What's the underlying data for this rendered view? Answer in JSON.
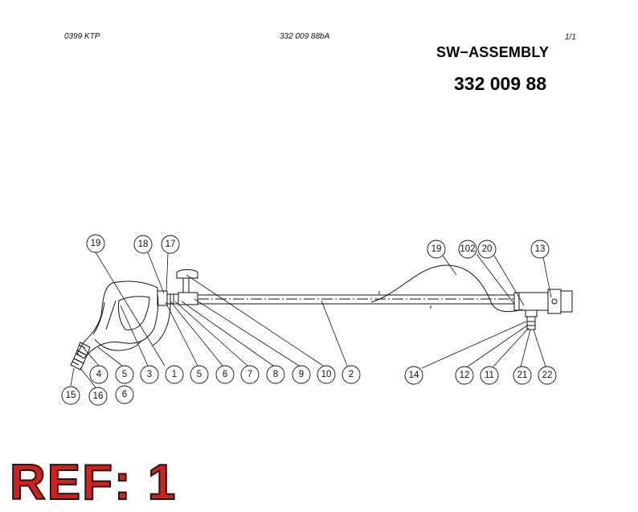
{
  "header": {
    "left": "0399 KTP",
    "middle": "332 009 88bA",
    "right": "1/1"
  },
  "title": "SW−ASSEMBLY",
  "part_number": "332 009 88",
  "ref_label": "REF: 1",
  "balloons": [
    {
      "id": "b19a",
      "label": "19"
    },
    {
      "id": "b18",
      "label": "18"
    },
    {
      "id": "b17",
      "label": "17"
    },
    {
      "id": "b4",
      "label": "4"
    },
    {
      "id": "b5a",
      "label": "5"
    },
    {
      "id": "b3",
      "label": "3"
    },
    {
      "id": "b1",
      "label": "1"
    },
    {
      "id": "b5b",
      "label": "5"
    },
    {
      "id": "b6a",
      "label": "6"
    },
    {
      "id": "b7",
      "label": "7"
    },
    {
      "id": "b8",
      "label": "8"
    },
    {
      "id": "b9",
      "label": "9"
    },
    {
      "id": "b10",
      "label": "10"
    },
    {
      "id": "b2",
      "label": "2"
    },
    {
      "id": "b15",
      "label": "15"
    },
    {
      "id": "b16",
      "label": "16"
    },
    {
      "id": "b6b",
      "label": "6"
    },
    {
      "id": "b19b",
      "label": "19"
    },
    {
      "id": "b102",
      "label": "102"
    },
    {
      "id": "b20",
      "label": "20"
    },
    {
      "id": "b13",
      "label": "13"
    },
    {
      "id": "b14",
      "label": "14"
    },
    {
      "id": "b12",
      "label": "12"
    },
    {
      "id": "b11",
      "label": "11"
    },
    {
      "id": "b21",
      "label": "21"
    },
    {
      "id": "b22",
      "label": "22"
    }
  ]
}
